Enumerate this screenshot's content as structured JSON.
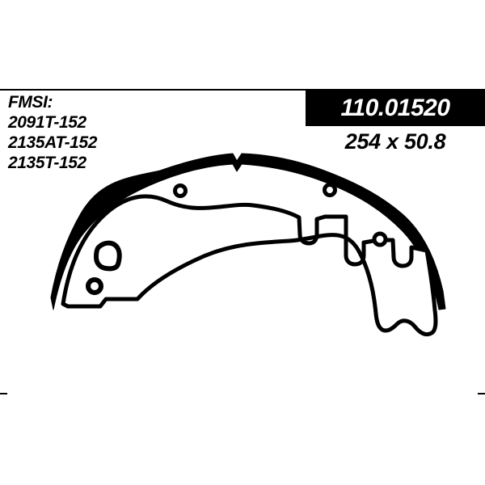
{
  "document": {
    "title": "Brake Shoe Specification Drawing"
  },
  "fmsi": {
    "heading": "FMSI:",
    "numbers": [
      "2091T-152",
      "2135AT-152",
      "2135T-152"
    ]
  },
  "part": {
    "number": "110.01520",
    "dimensions": "254 x 50.8"
  },
  "diagram": {
    "name": "brake-shoe-outline",
    "stroke_color": "#000000",
    "fill_color": "#ffffff",
    "description": "Arched drum brake shoe: outer friction lining arc with V-notch at top center, stepped inner web plate, five mounting holes"
  },
  "marks": {
    "crop_tick_left": "crop-mark",
    "crop_tick_right": "crop-mark"
  }
}
